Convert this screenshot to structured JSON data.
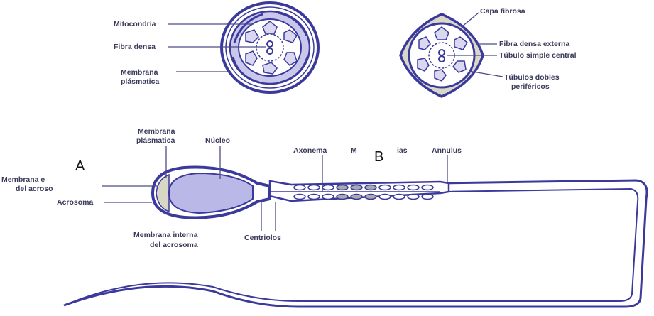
{
  "colors": {
    "outline": "#3b3a9c",
    "fill_light": "#c9c8ec",
    "fill_nucleus": "#b9b8e6",
    "acrosome": "#d8d6c4",
    "leader": "#4a4a8a",
    "label": "#3a3a5a"
  },
  "cross_section_1": {
    "labels": {
      "mitocondria": "Mitocondria",
      "fibra_densa": "Fibra densa",
      "membrana_1": "Membrana",
      "membrana_2": "plásmatica"
    }
  },
  "cross_section_2": {
    "labels": {
      "capa_fibrosa": "Capa fibrosa",
      "fibra_densa_externa": "Fibra densa externa",
      "tubulo_simple": "Túbulo simple central",
      "tubulos_dobles_1": "Túbulos dobles",
      "tubulos_dobles_2": "periféricos"
    }
  },
  "longitudinal": {
    "labels": {
      "membrana_plasmatica_1": "Membrana",
      "membrana_plasmatica_2": "plásmatica",
      "nucleo": "Núcleo",
      "axonema": "Axonema",
      "mitocondrias": "M",
      "mitocondrias_tail": "ias",
      "annulus": "Annulus",
      "membrana_externa_1": "Membrana e",
      "membrana_externa_2": "del acroso",
      "acrosoma": "Acrosoma",
      "membrana_interna_1": "Membrana interna",
      "membrana_interna_2": "del acrosoma",
      "centriolos": "Centriolos"
    },
    "markers": {
      "a": "A",
      "b": "B"
    }
  }
}
